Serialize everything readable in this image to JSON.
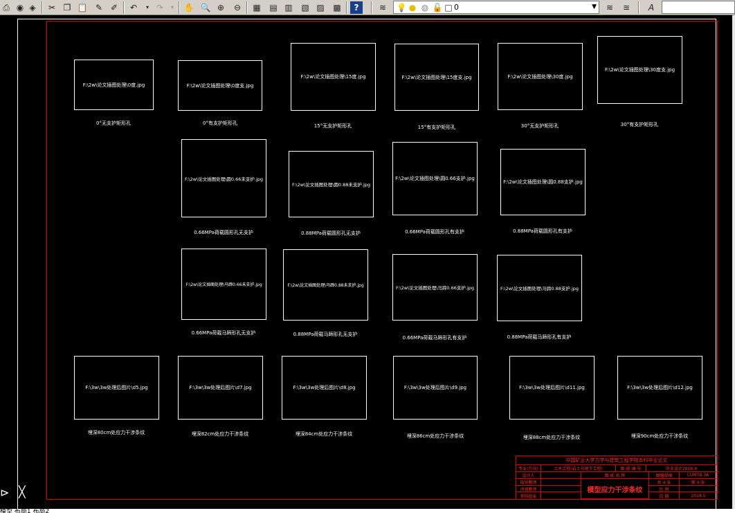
{
  "toolbar": {
    "layer_name": "0",
    "style_value": "",
    "icons": [
      "print-preview-icon",
      "publish-icon",
      "cut-icon",
      "copy-icon",
      "paste-icon",
      "match-properties-icon",
      "block-editor-icon",
      "undo-icon",
      "redo-icon",
      "pan-icon",
      "zoom-realtime-icon",
      "zoom-window-icon",
      "zoom-previous-icon",
      "properties-icon",
      "design-center-icon",
      "tool-palettes-icon",
      "sheet-set-icon",
      "markup-icon",
      "calculator-icon",
      "help-icon",
      "layer-manager-icon",
      "layer-on-icon",
      "layer-freeze-icon",
      "layer-lock-icon",
      "layer-color-icon",
      "make-current-icon",
      "layer-previous-icon",
      "text-style-icon"
    ]
  },
  "images": [
    {
      "path": "F:\\2w\\论文插图处理\\0度.jpg",
      "caption": "0°无支护矩形孔"
    },
    {
      "path": "F:\\2w\\论文插图处理\\0度支.jpg",
      "caption": "0°有支护矩形孔"
    },
    {
      "path": "F:\\2w\\论文插图处理\\15度.jpg",
      "caption": "15°无支护矩形孔"
    },
    {
      "path": "F:\\2w\\论文插图处理\\15度支.jpg",
      "caption": "15°有支护矩形孔"
    },
    {
      "path": "F:\\2w\\论文插图处理\\30度.jpg",
      "caption": "30°无支护矩形孔"
    },
    {
      "path": "F:\\2w\\论文插图处理\\30度支.jpg",
      "caption": "30°有支护矩形孔"
    },
    {
      "path": "F:\\2w\\论文插图处理\\圆0.66未支护.jpg",
      "caption": "0.66MPa荷载圆形孔无支护"
    },
    {
      "path": "F:\\2w\\论文插图处理\\圆0.88未支护.jpg",
      "caption": "0.88MPa荷载圆形孔无支护"
    },
    {
      "path": "F:\\2w\\论文插图处理\\圆0.66支护.jpg",
      "caption": "0.66MPa荷载圆形孔有支护"
    },
    {
      "path": "F:\\2w\\论文插图处理\\圆0.88支护.jpg",
      "caption": "0.88MPa荷载圆形孔有支护"
    },
    {
      "path": "F:\\2w\\论文插图处理\\马蹄0.66未支护.jpg",
      "caption": "0.66MPa荷载马蹄形孔无支护"
    },
    {
      "path": "F:\\2w\\论文插图处理\\马蹄0.88未支护.jpg",
      "caption": "0.88MPa荷载马蹄形孔无支护"
    },
    {
      "path": "F:\\2w\\论文插图处理\\马蹄0.66支护.jpg",
      "caption": "0.66MPa荷载马蹄形孔有支护"
    },
    {
      "path": "F:\\2w\\论文插图处理\\马蹄0.88支护.jpg",
      "caption": "0.88MPa荷载马蹄形孔有支护"
    },
    {
      "path": "F:\\3w\\3w处理后图片\\d5.jpg",
      "caption": "埋深80cm处应力干涉条纹"
    },
    {
      "path": "F:\\3w\\3w处理后图片\\d7.jpg",
      "caption": "埋深82cm处应力干涉条纹"
    },
    {
      "path": "F:\\3w\\3w处理后图片\\d8.jpg",
      "caption": "埋深84cm处应力干涉条纹"
    },
    {
      "path": "F:\\3w\\3w处理后图片\\d9.jpg",
      "caption": "埋深86cm处应力干涉条纹"
    },
    {
      "path": "F:\\3w\\3w处理后图片\\d11.jpg",
      "caption": "埋深88cm处应力干涉条纹"
    },
    {
      "path": "F:\\3w\\3w处理后图片\\d12.jpg",
      "caption": "埋深90cm处应力干涉条纹"
    }
  ],
  "title_block": {
    "school": "中国矿业大学力学与建筑工程学院本科毕业论文",
    "major_label": "专业(方向)",
    "major_value": "土木工程(岩土与地下工程)",
    "drawing_no_label": "图 纸 编 号",
    "designer_label": "设计人",
    "drawing_name_label": "图 纸 名 称",
    "scale_label": "图幅规格",
    "scale_value": "CUMTB-3A",
    "instructor_label": "指导教师",
    "sheet_label": "共 4 张",
    "sheet_value": "第 4 张",
    "reviewer_label": "评阅教师",
    "ratio_label": "比 例",
    "head_label": "答辩组长",
    "date_label": "日 期",
    "date_value": "2018.5",
    "drawing_title": "模型应力干涉条纹",
    "drawing_no_value": "毕业设计2018-9"
  },
  "status": {
    "text": "模型 布局1 布局2"
  }
}
